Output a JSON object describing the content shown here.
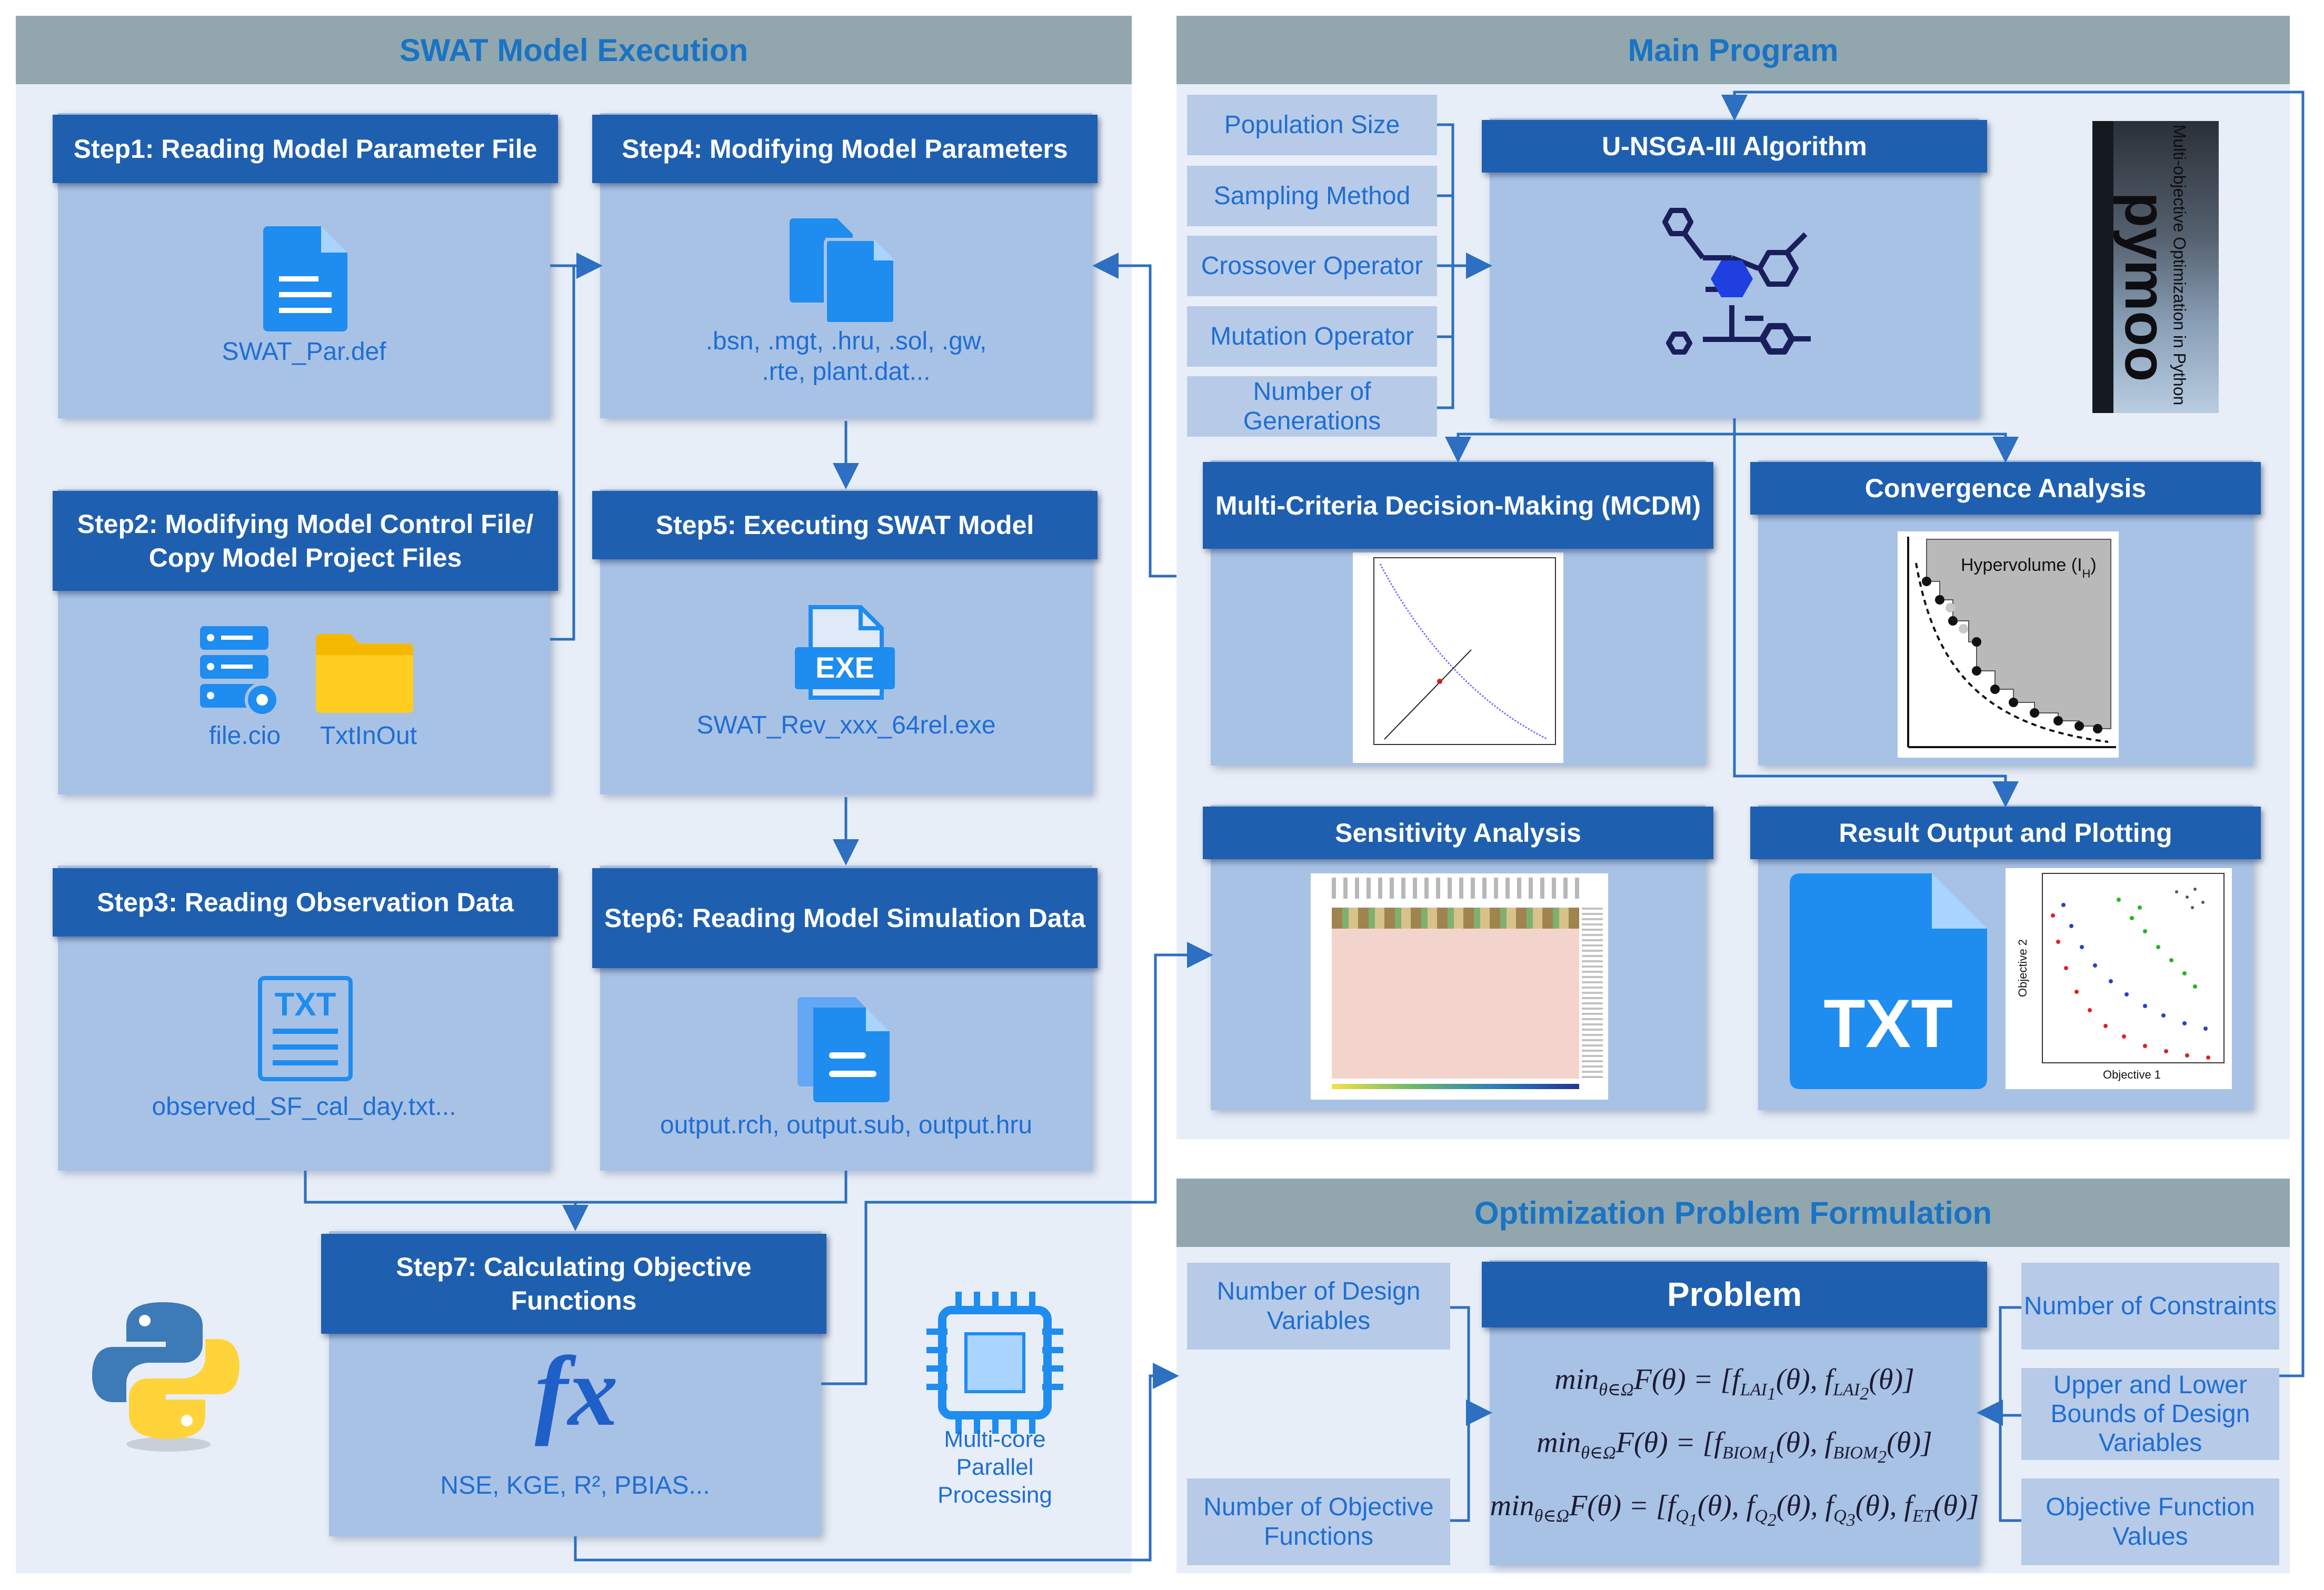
{
  "swat": {
    "title": "SWAT Model Execution",
    "step1": {
      "title": "Step1: Reading Model Parameter File",
      "caption": "SWAT_Par.def"
    },
    "step2": {
      "title": "Step2: Modifying Model Control File/ Copy Model Project Files",
      "file1": "file.cio",
      "file2": "TxtInOut"
    },
    "step3": {
      "title": "Step3: Reading Observation Data",
      "caption": "observed_SF_cal_day.txt...",
      "icon_text": "TXT"
    },
    "step4": {
      "title": "Step4: Modifying Model Parameters",
      "caption": ".bsn, .mgt, .hru, .sol, .gw, .rte, plant.dat..."
    },
    "step5": {
      "title": "Step5: Executing SWAT Model",
      "caption": "SWAT_Rev_xxx_64rel.exe",
      "icon_text": "EXE"
    },
    "step6": {
      "title": "Step6: Reading Model Simulation Data",
      "caption": "output.rch, output.sub, output.hru"
    },
    "step7": {
      "title": "Step7: Calculating Objective Functions",
      "symbol": "fx",
      "caption": "NSE, KGE, R², PBIAS..."
    },
    "parallel": "Multi-core Parallel Processing"
  },
  "main": {
    "title": "Main Program",
    "params": [
      "Population Size",
      "Sampling Method",
      "Crossover Operator",
      "Mutation Operator",
      "Number of Generations"
    ],
    "algorithm": "U-NSGA-III Algorithm",
    "pymoo": {
      "logo": "pymoo",
      "tagline": "Multi-objective Optimization in Python"
    },
    "mcdm": "Multi-Criteria Decision-Making (MCDM)",
    "convergence": {
      "title": "Convergence Analysis",
      "label": "Hypervolume (I",
      "label_sub": "H",
      "label_end": ")"
    },
    "sensitivity": "Sensitivity Analysis",
    "result": {
      "title": "Result Output and Plotting",
      "icon_text": "TXT",
      "xlabel": "Objective 1",
      "ylabel": "Objective 2"
    }
  },
  "problem": {
    "title": "Optimization Problem Formulation",
    "left": [
      "Number of Design Variables",
      "Number of Objective Functions"
    ],
    "center": "Problem",
    "right": [
      "Number of Constraints",
      "Upper and Lower Bounds of Design Variables",
      "Objective Function Values"
    ],
    "equations": [
      "min θ∈Ω F(θ) = [f LAI1(θ), f LAI2(θ)]",
      "min θ∈Ω F(θ) = [f BIOM1(θ), f BIOM2(θ)]",
      "min θ∈Ω F(θ) = [f Q1(θ), f Q2(θ), f Q3(θ), f ET(θ)]"
    ]
  },
  "colors": {
    "header_bg": "#91a7ad",
    "header_text": "#1a73c4",
    "card_bg": "#a8c2e6",
    "card_head": "#1f5fb0",
    "arrow": "#2d6fc0"
  }
}
